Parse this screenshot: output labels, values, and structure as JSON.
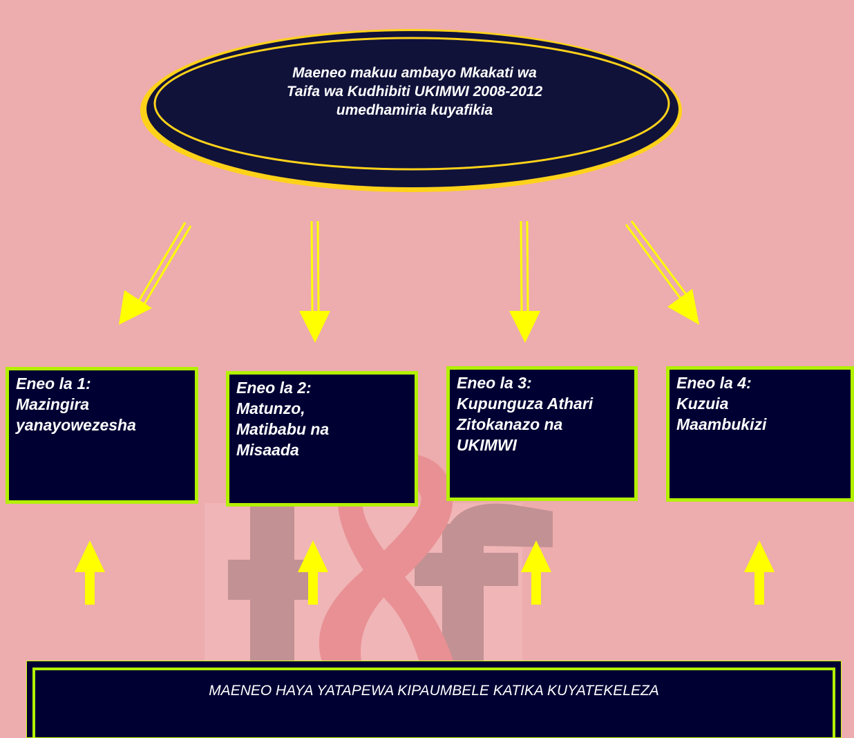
{
  "title": "Maeneo makuu ambayo Mkakati wa Taifa wa Kudhibiti UKIMWI 2008-2012 umedhamiria kuyafikia",
  "title_lines": [
    "Maeneo makuu ambayo Mkakati wa",
    "Taifa wa Kudhibiti UKIMWI 2008-2012",
    "umedhamiria kuyafikia"
  ],
  "areas": [
    {
      "heading": "Eneo la 1:",
      "lines": [
        "Mazingira",
        "yanayowezesha"
      ]
    },
    {
      "heading": "Eneo la 2:",
      "lines": [
        "Matunzo,",
        "Matibabu na",
        "Misaada"
      ]
    },
    {
      "heading": "Eneo la 3:",
      "lines": [
        "Kupunguza Athari",
        "Zitokanazo na",
        "UKIMWI"
      ]
    },
    {
      "heading": "Eneo la 4:",
      "lines": [
        "Kuzuia",
        "Maambukizi"
      ]
    }
  ],
  "footer": "MAENEO HAYA YATAPEWA KIPAUMBELE KATIKA KUYATEKELEZA",
  "watermark": "tacaids-logo",
  "colors": {
    "background": "#edacad",
    "box_fill": "#000033",
    "box_border": "#b3f000",
    "oval_fill": "#10123a",
    "oval_border": "#ffd21a",
    "arrow": "#ffff00",
    "watermark_block": "#c29193",
    "watermark_ribbon": "#e89094"
  }
}
